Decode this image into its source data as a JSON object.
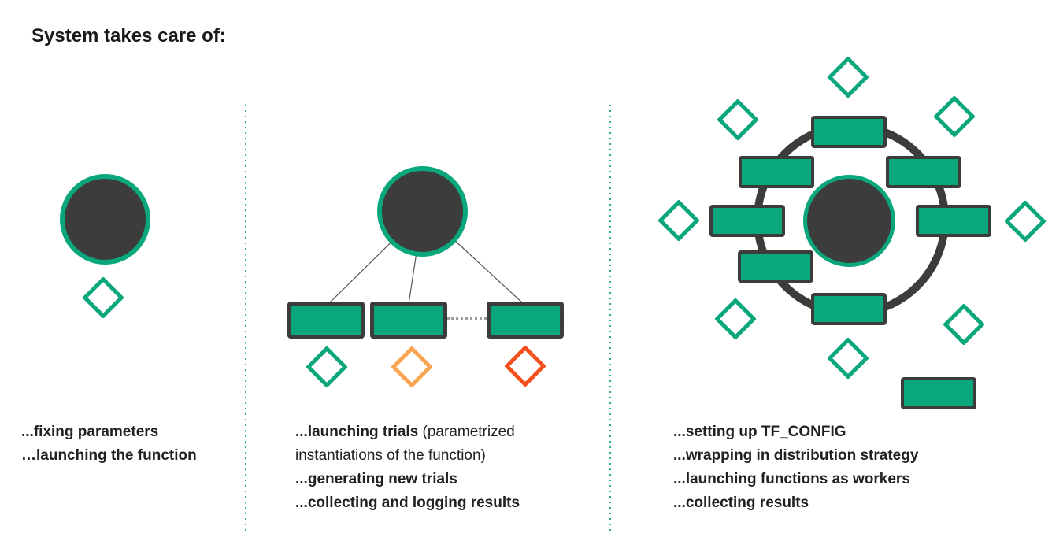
{
  "title": "System takes care of:",
  "colors": {
    "green": "#0ba77c",
    "dark_gray": "#3c3c3c",
    "orange": "#f9a552",
    "red_orange": "#f4511e",
    "separator_dots": "#2aae8c",
    "connector_line": "#555555",
    "dotted_connector": "#9e9e9e",
    "text": "#212121"
  },
  "panel_left": {
    "lines": [
      "...fixing parameters",
      "…launching the function"
    ]
  },
  "panel_middle": {
    "line1_bold": "...launching trials",
    "line1_regular": " (parametrized",
    "line2": "instantiations of the function)",
    "line3": "...generating new trials",
    "line4": "...collecting and logging results"
  },
  "panel_right": {
    "lines": [
      "...setting up TF_CONFIG",
      "...wrapping in distribution strategy",
      "...launching functions as workers",
      "...collecting results"
    ]
  }
}
